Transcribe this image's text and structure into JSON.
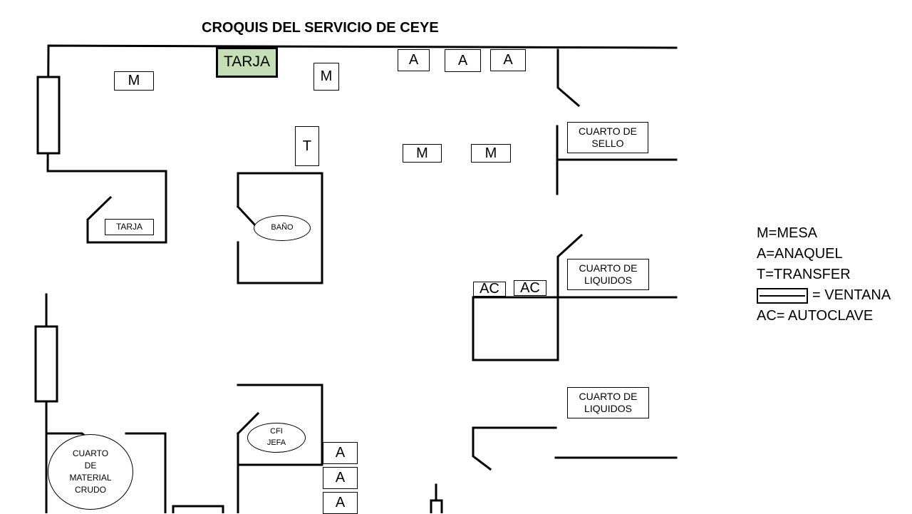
{
  "title": "CROQUIS DEL SERVICIO DE CEYE",
  "labels": {
    "tarja_top": "TARJA",
    "mesa": "M",
    "anaquel": "A",
    "transfer": "T",
    "tarja_small": "TARJA",
    "bano": "BAÑO",
    "cuarto_sello": "CUARTO DE SELLO",
    "cuarto_liquidos": "CUARTO DE LIQUIDOS",
    "autoclave": "AC",
    "cfi_jefa": "CFI JEFA",
    "cuarto_material": "CUARTO DE MATERIAL CRUDO"
  },
  "legend": {
    "mesa": "M=MESA",
    "anaquel": "A=ANAQUEL",
    "transfer": "T=TRANSFER",
    "ventana": "= VENTANA",
    "autoclave": "AC= AUTOCLAVE"
  },
  "colors": {
    "tarja_fill": "#c5dfb4",
    "wall": "#000000"
  }
}
